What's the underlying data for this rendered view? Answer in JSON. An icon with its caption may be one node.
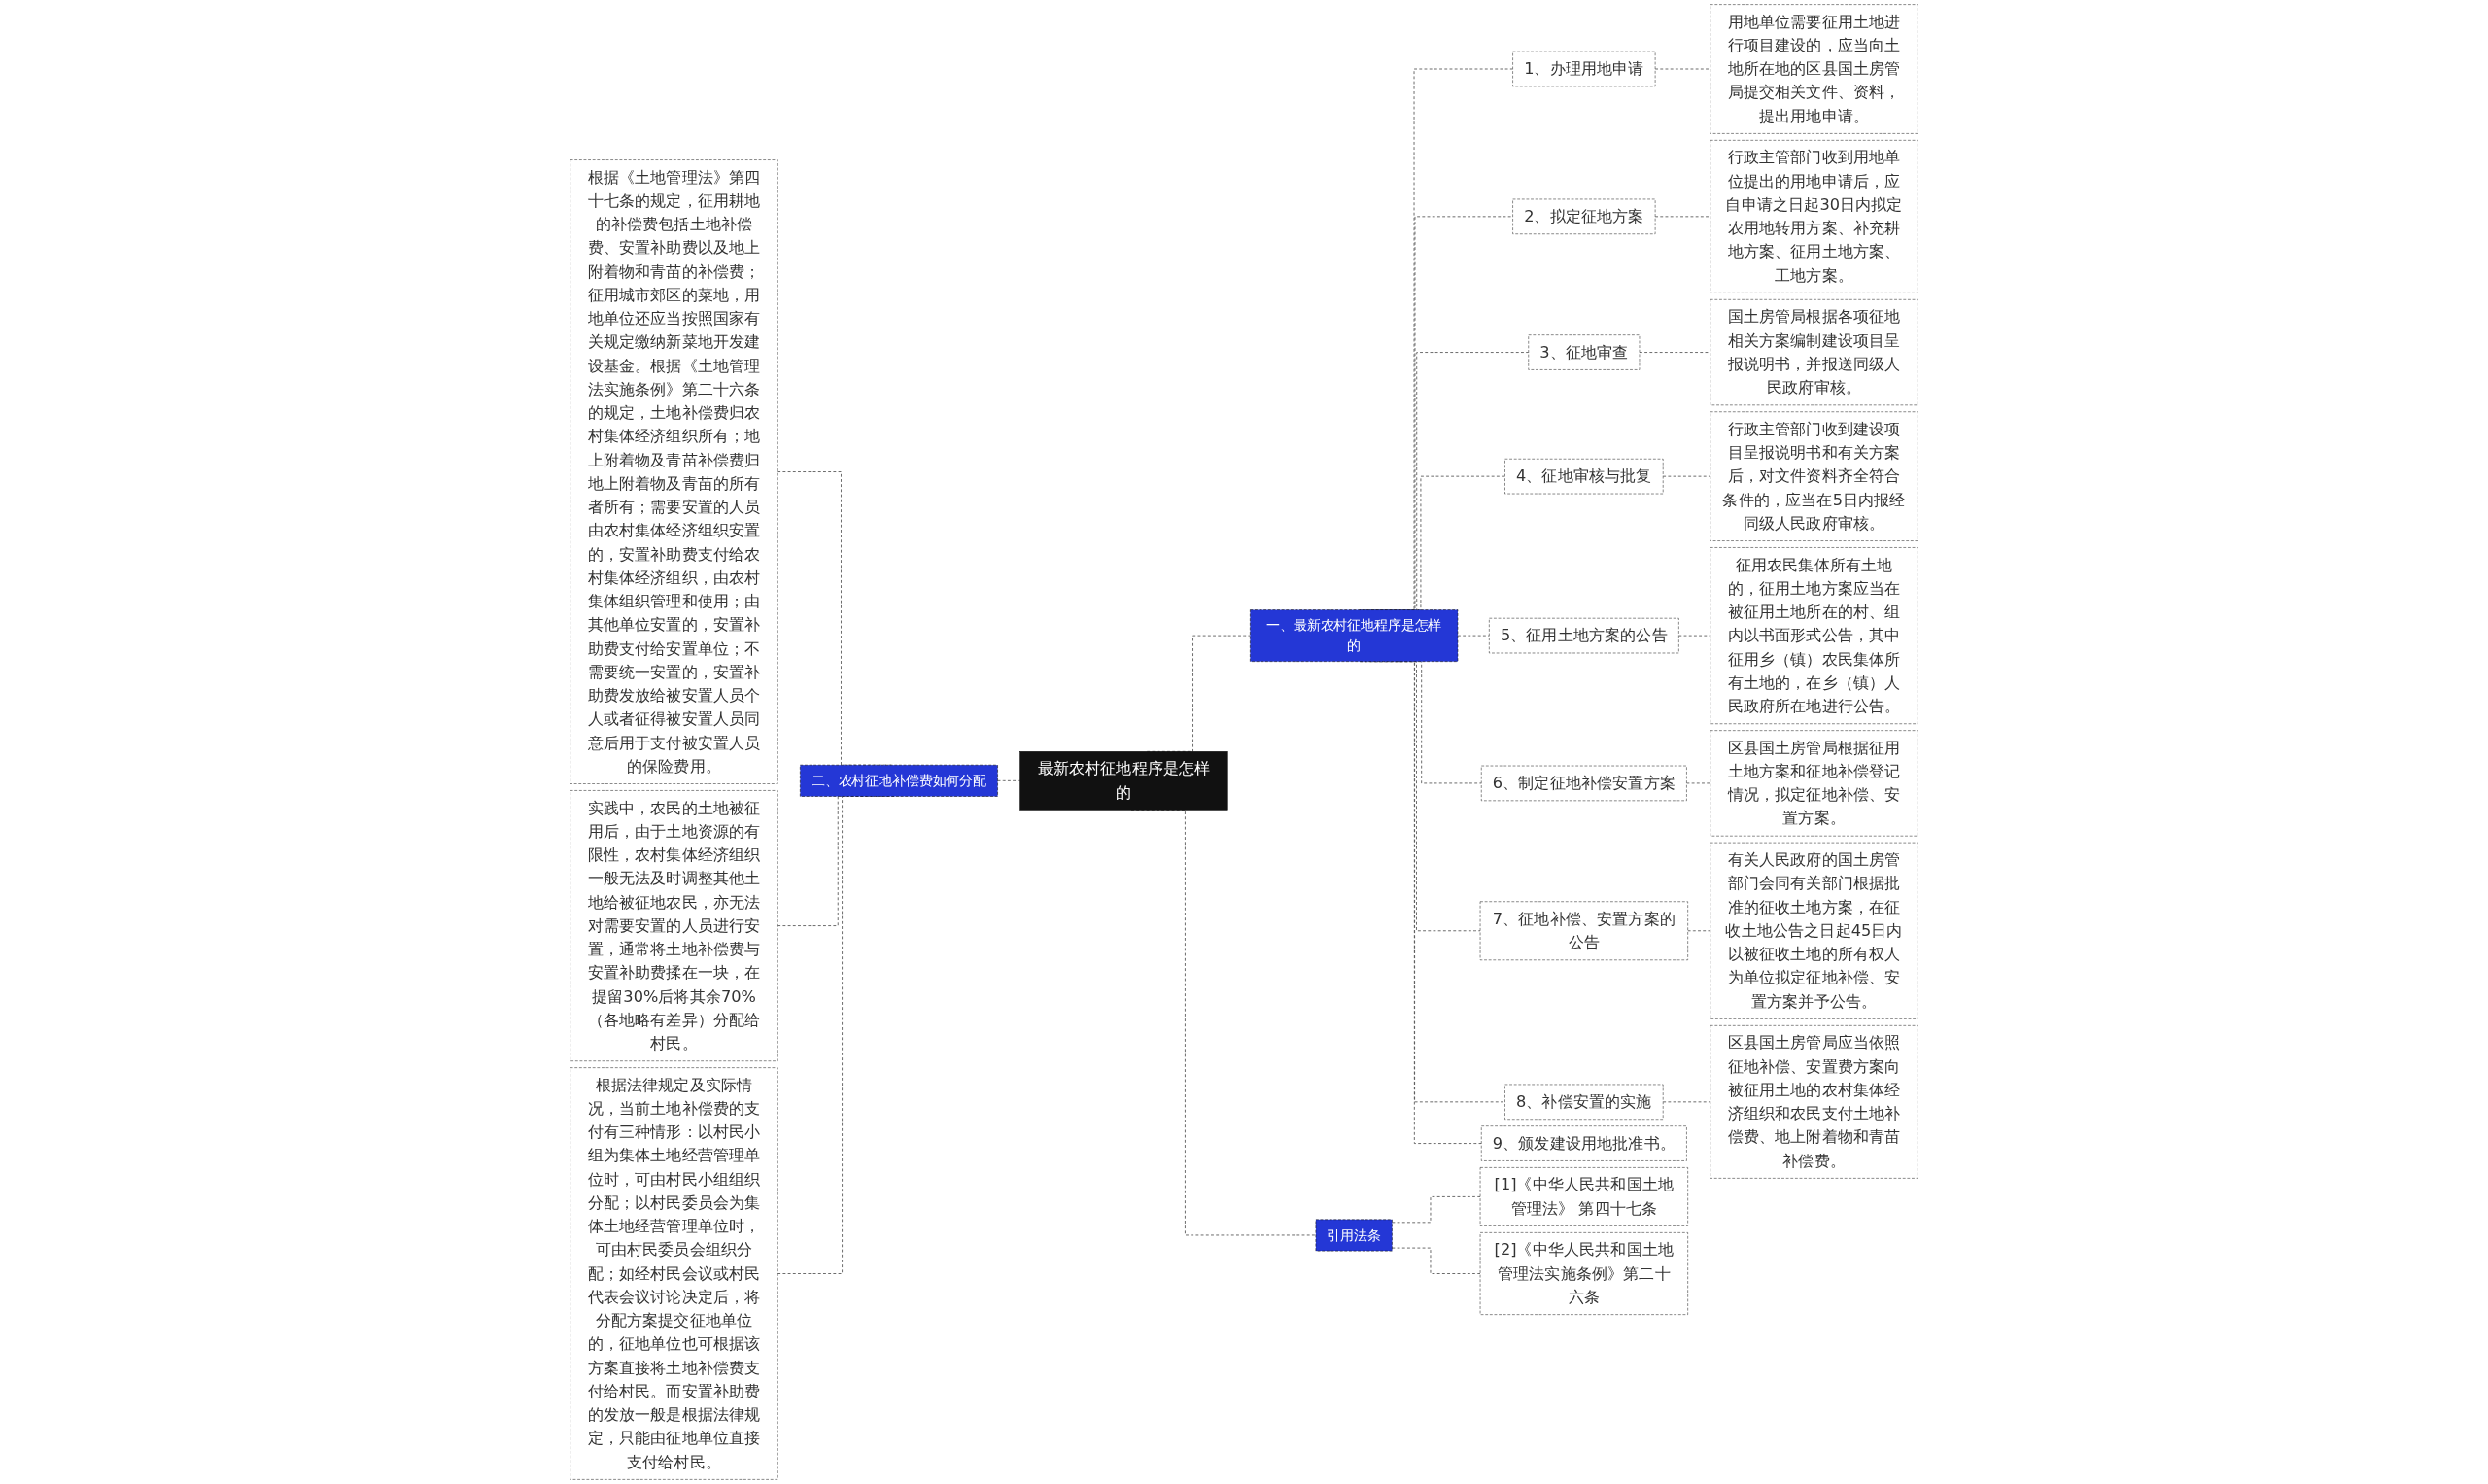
{
  "diagram": {
    "nodes": [
      {
        "text": [
          "最新农村征地程序是怎样的"
        ]
      },
      {
        "text": [
          "一、最新农村征地程序是怎样的"
        ]
      },
      {
        "text": [
          "1、办理用地申请"
        ]
      },
      {
        "text": [
          "用地单位需要征用土地进行项目建设的，应当向土地所在地的区县国土房管局提交相关文件、资料，提出用地申请。"
        ]
      },
      {
        "text": [
          "2、拟定征地方案"
        ]
      },
      {
        "text": [
          "行政主管部门收到用地单位提出的用地申请后，应自申请之日起30日内拟定农用地转用方案、补充耕地方案、征用土地方案、工地方案。"
        ]
      },
      {
        "text": [
          "3、征地审查"
        ]
      },
      {
        "text": [
          "国土房管局根据各项征地相关方案编制建设项目呈报说明书，并报送同级人民政府审核。"
        ]
      },
      {
        "text": [
          "4、征地审核与批复"
        ]
      },
      {
        "text": [
          "行政主管部门收到建设项目呈报说明书和有关方案后，对文件资料齐全符合条件的，应当在5日内报经同级人民政府审核。"
        ]
      },
      {
        "text": [
          "5、征用土地方案的公告"
        ]
      },
      {
        "text": [
          "征用农民集体所有土地的，征用土地方案应当在被征用土地所在的村、组内以书面形式公告，其中征用乡（镇）农民集体所有土地的，在乡（镇）人民政府所在地进行公告。"
        ]
      },
      {
        "text": [
          "6、制定征地补偿安置方案"
        ]
      },
      {
        "text": [
          "区县国土房管局根据征用土地方案和征地补偿登记情况，拟定征地补偿、安置方案。"
        ]
      },
      {
        "text": [
          "7、征地补偿、安置方案的公告"
        ]
      },
      {
        "text": [
          "有关人民政府的国土房管部门会同有关部门根据批准的征收土地方案，在征收土地公告之日起45日内以被征收土地的所有权人为单位拟定征地补偿、安置方案并予公告。"
        ]
      },
      {
        "text": [
          "8、补偿安置的实施"
        ]
      },
      {
        "text": [
          "区县国土房管局应当依照征地补偿、安置费方案向被征用土地的农村集体经济组织和农民支付土地补偿费、地上附着物和青苗补偿费。"
        ]
      },
      {
        "text": [
          "9、颁发建设用地批准书。"
        ]
      },
      {
        "text": [
          "二、农村征地补偿费如何分配"
        ]
      },
      {
        "text": [
          "根据《土地管理法》第四十七条的规定，征用耕地的补偿费包括土地补偿费、安置补助费以及地上附着物和青苗的补偿费；征用城市郊区的菜地，用地单位还应当按照国家有关规定缴纳新菜地开发建设基金。根据《土地管理法实施条例》第二十六条的规定，土地补偿费归农村集体经济组织所有；地上附着物及青苗补偿费归地上附着物及青苗的所有者所有；需要安置的人员由农村集体经济组织安置的，安置补助费支付给农村集体经济组织，由农村集体组织管理和使用；由其他单位安置的，安置补助费支付给安置单位；不需要统一安置的，安置补助费发放给被安置人员个人或者征得被安置人员同意后用于支付被安置人员的保险费用。"
        ]
      },
      {
        "text": [
          "实践中，农民的土地被征用后，由于土地资源的有限性，农村集体经济组织一般无法及时调整其他土地给被征地农民，亦无法对需要安置的人员进行安置，通常将土地补偿费与安置补助费揉在一块，在提留30%后将其余70%（各地略有差异）分配给村民。"
        ]
      },
      {
        "text": [
          "根据法律规定及实际情况，当前土地补偿费的支付有三种情形：以村民小组为集体土地经营管理单位时，可由村民小组组织分配；以村民委员会为集体土地经营管理单位时，可由村民委员会组织分配；如经村民会议或村民代表会议讨论决定后，将分配方案提交征地单位的，征地单位也可根据该方案直接将土地补偿费支付给村民。而安置补助费的发放一般是根据法律规定，只能由征地单位直接支付给村民。"
        ]
      },
      {
        "text": [
          "引用法条"
        ]
      },
      {
        "text": [
          "[1]《中华人民共和国土地管理法》 第四十七条"
        ]
      },
      {
        "text": [
          "[2]《中华人民共和国土地管理法实施条例》第二十六条"
        ]
      }
    ],
    "edges": [
      {
        "from": 0,
        "to": 1,
        "arrow": "none",
        "style": "dashed"
      },
      {
        "from": 1,
        "to": 2,
        "arrow": "none",
        "style": "dashed"
      },
      {
        "from": 2,
        "to": 3,
        "arrow": "none",
        "style": "dashed"
      },
      {
        "from": 1,
        "to": 4,
        "arrow": "none",
        "style": "dashed"
      },
      {
        "from": 4,
        "to": 5,
        "arrow": "none",
        "style": "dashed"
      },
      {
        "from": 1,
        "to": 6,
        "arrow": "none",
        "style": "dashed"
      },
      {
        "from": 6,
        "to": 7,
        "arrow": "none",
        "style": "dashed"
      },
      {
        "from": 1,
        "to": 8,
        "arrow": "none",
        "style": "dashed"
      },
      {
        "from": 8,
        "to": 9,
        "arrow": "none",
        "style": "dashed"
      },
      {
        "from": 1,
        "to": 10,
        "arrow": "none",
        "style": "dashed"
      },
      {
        "from": 10,
        "to": 11,
        "arrow": "none",
        "style": "dashed"
      },
      {
        "from": 1,
        "to": 12,
        "arrow": "none",
        "style": "dashed"
      },
      {
        "from": 12,
        "to": 13,
        "arrow": "none",
        "style": "dashed"
      },
      {
        "from": 1,
        "to": 14,
        "arrow": "none",
        "style": "dashed"
      },
      {
        "from": 14,
        "to": 15,
        "arrow": "none",
        "style": "dashed"
      },
      {
        "from": 1,
        "to": 16,
        "arrow": "none",
        "style": "dashed"
      },
      {
        "from": 16,
        "to": 17,
        "arrow": "none",
        "style": "dashed"
      },
      {
        "from": 1,
        "to": 18,
        "arrow": "none",
        "style": "dashed"
      },
      {
        "from": 0,
        "to": 19,
        "arrow": "none",
        "style": "dashed"
      },
      {
        "from": 19,
        "to": 20,
        "arrow": "none",
        "style": "dashed"
      },
      {
        "from": 19,
        "to": 21,
        "arrow": "none",
        "style": "dashed"
      },
      {
        "from": 19,
        "to": 22,
        "arrow": "none",
        "style": "dashed"
      },
      {
        "from": 0,
        "to": 23,
        "arrow": "none",
        "style": "dashed"
      },
      {
        "from": 23,
        "to": 24,
        "arrow": "none",
        "style": "dashed"
      },
      {
        "from": 23,
        "to": 25,
        "arrow": "none",
        "style": "dashed"
      }
    ]
  }
}
